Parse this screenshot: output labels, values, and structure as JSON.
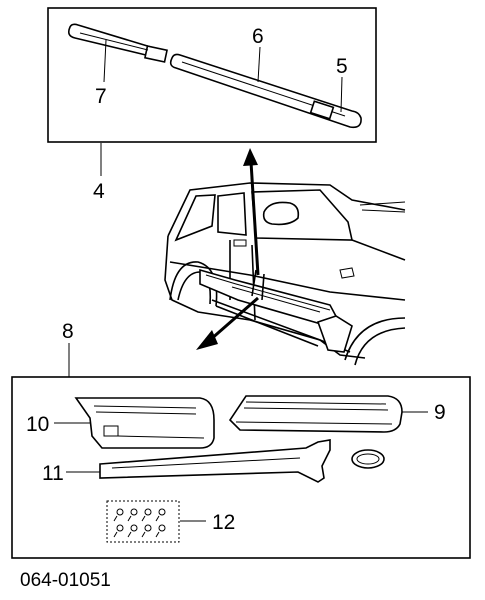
{
  "callouts": {
    "c4": "4",
    "c5": "5",
    "c6": "6",
    "c7": "7",
    "c8": "8",
    "c9": "9",
    "c10": "10",
    "c11": "11",
    "c12": "12"
  },
  "part_code": "064-01051"
}
